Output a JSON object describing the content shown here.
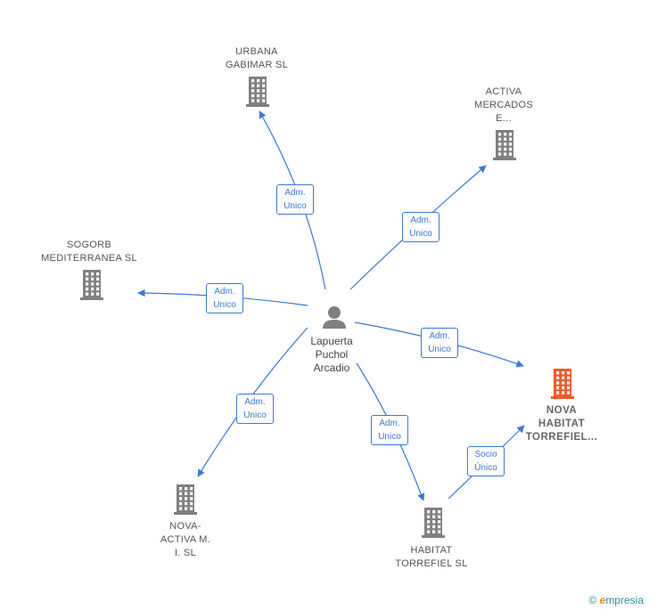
{
  "center": {
    "name_lines": [
      "Lapuerta",
      "Puchol",
      "Arcadio"
    ],
    "icon": "person-icon"
  },
  "companies": [
    {
      "id": "urbana",
      "lines": [
        "URBANA",
        "GABIMAR SL"
      ],
      "icon": "building-icon"
    },
    {
      "id": "activa",
      "lines": [
        "ACTIVA",
        "MERCADOS",
        "E..."
      ],
      "icon": "building-icon"
    },
    {
      "id": "sogorb",
      "lines": [
        "SOGORB",
        "MEDITERRANEA SL"
      ],
      "icon": "building-icon"
    },
    {
      "id": "nova_habitat",
      "lines": [
        "NOVA",
        "HABITAT",
        "TORREFIEL..."
      ],
      "icon": "building-icon",
      "highlight": true
    },
    {
      "id": "nova_activa",
      "lines": [
        "NOVA-",
        "ACTIVA M.",
        "I.  SL"
      ],
      "icon": "building-icon"
    },
    {
      "id": "habitat",
      "lines": [
        "HABITAT",
        "TORREFIEL SL"
      ],
      "icon": "building-icon"
    }
  ],
  "edges": [
    {
      "from": "center",
      "to": "urbana",
      "lines": [
        "Adm.",
        "Unico"
      ]
    },
    {
      "from": "center",
      "to": "activa",
      "lines": [
        "Adm.",
        "Unico"
      ]
    },
    {
      "from": "center",
      "to": "sogorb",
      "lines": [
        "Adm.",
        "Unico"
      ]
    },
    {
      "from": "center",
      "to": "nova_habitat",
      "lines": [
        "Adm.",
        "Unico"
      ]
    },
    {
      "from": "center",
      "to": "nova_activa",
      "lines": [
        "Adm.",
        "Unico"
      ]
    },
    {
      "from": "center",
      "to": "habitat",
      "lines": [
        "Adm.",
        "Unico"
      ]
    },
    {
      "from": "habitat",
      "to": "nova_habitat",
      "lines": [
        "Socio",
        "Único"
      ]
    }
  ],
  "colors": {
    "edge": "#3a7bd5",
    "building": "#808080",
    "building_highlight": "#f05a28",
    "person": "#808080"
  },
  "footer": {
    "copyright": "©",
    "brand_e": "e",
    "brand_rest": "mpresia"
  }
}
